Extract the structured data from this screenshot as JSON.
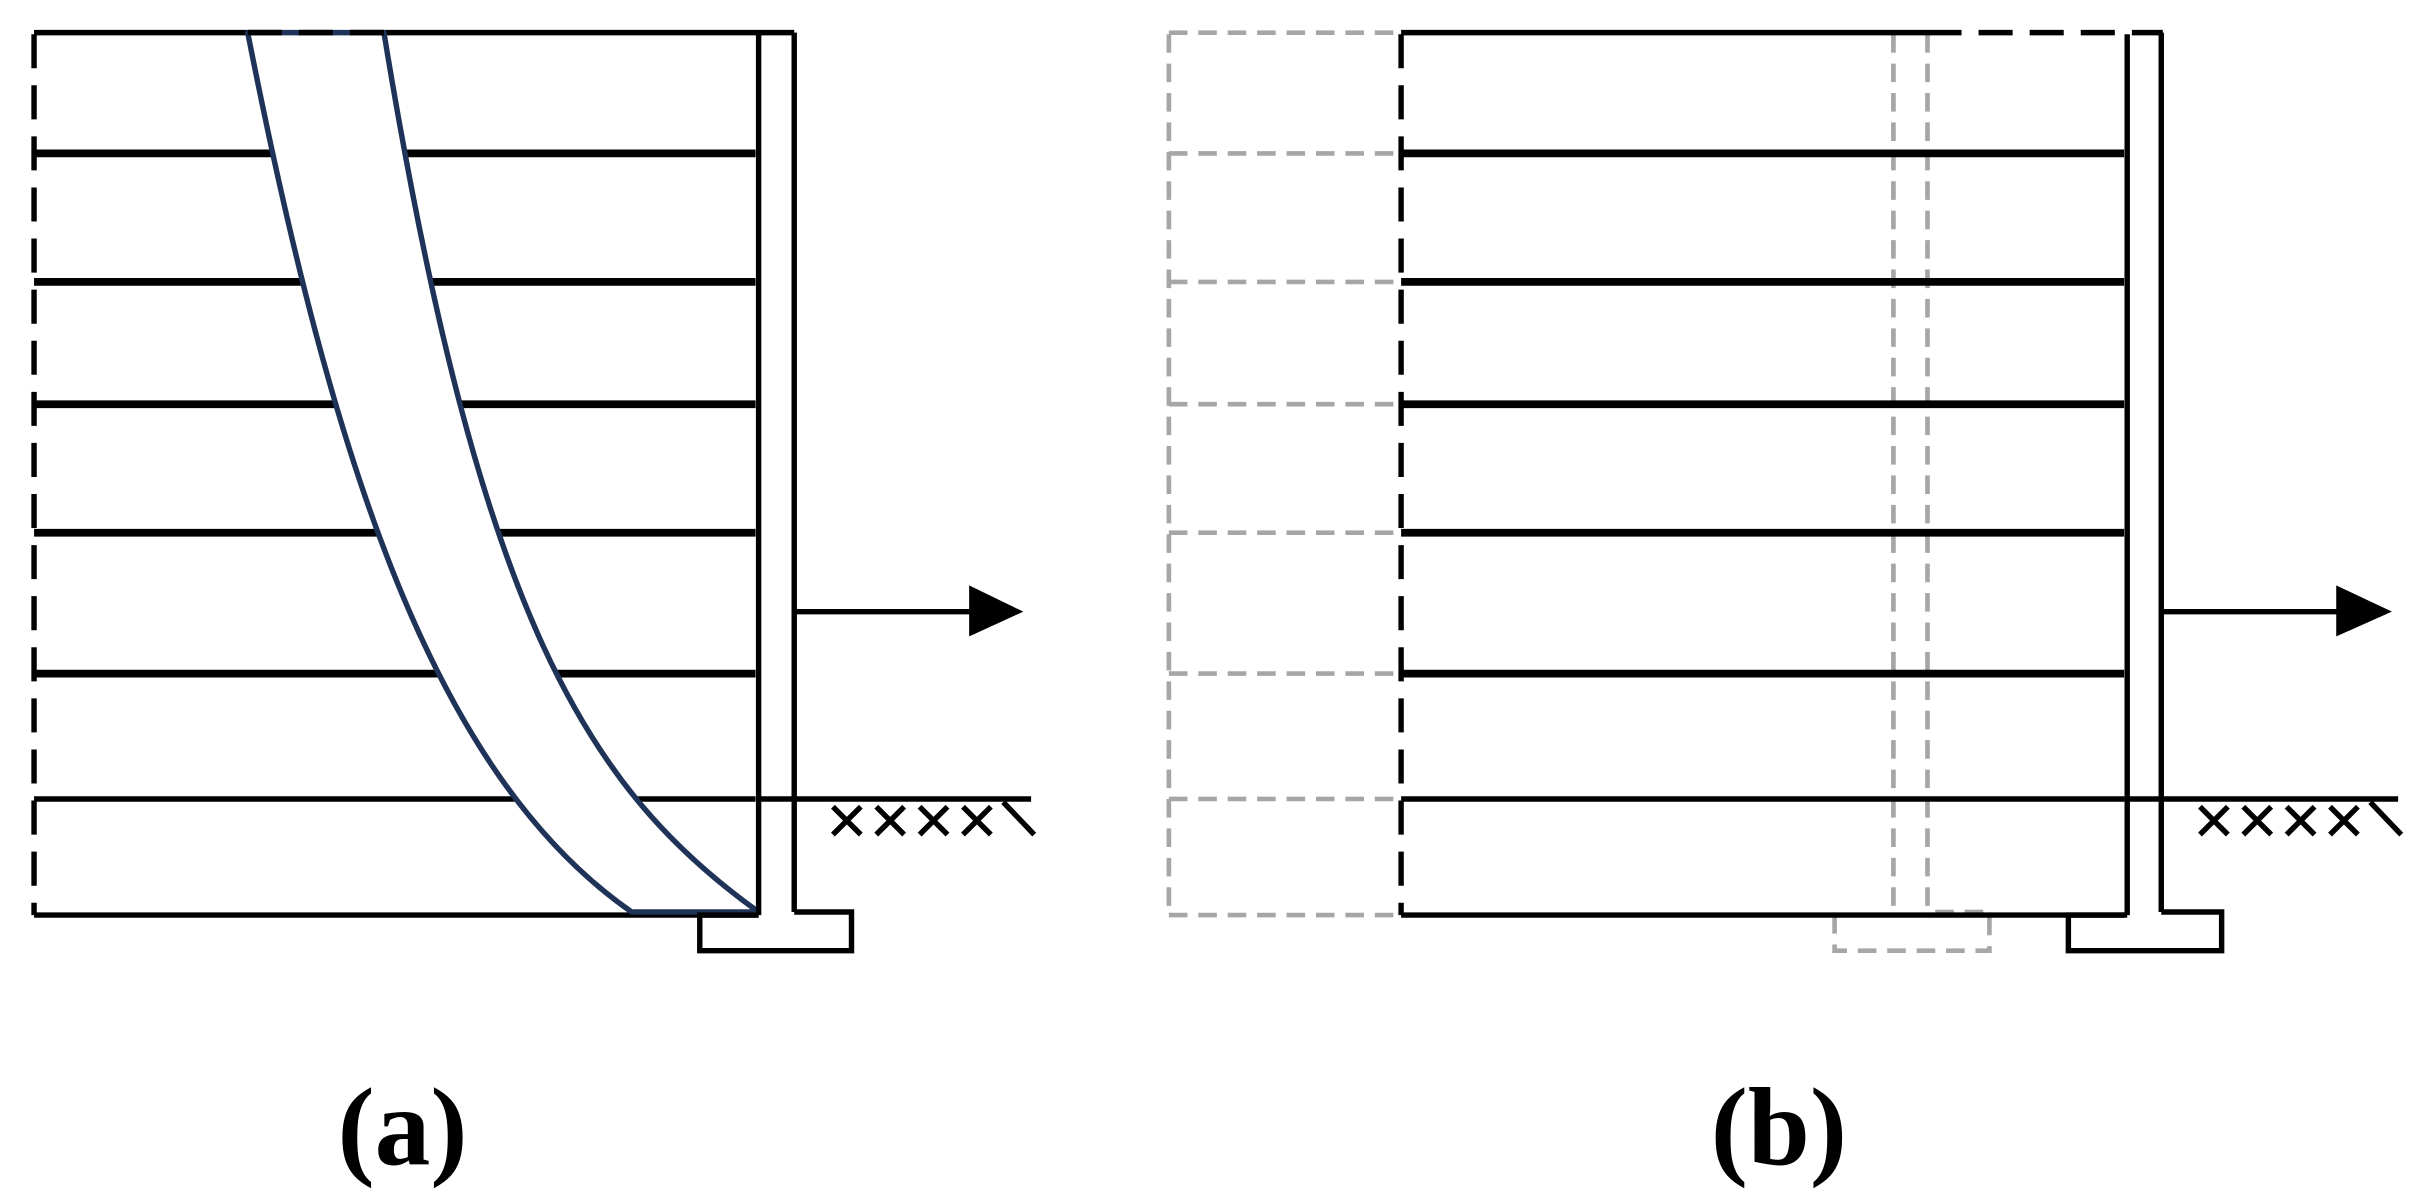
{
  "panels": [
    {
      "id": "a",
      "caption": "(a)"
    },
    {
      "id": "b",
      "caption": "(b)"
    }
  ],
  "colors": {
    "line": "#000000",
    "failure_surface": "#1f3358",
    "ghost": "#a6a6a6",
    "background": "#ffffff"
  }
}
